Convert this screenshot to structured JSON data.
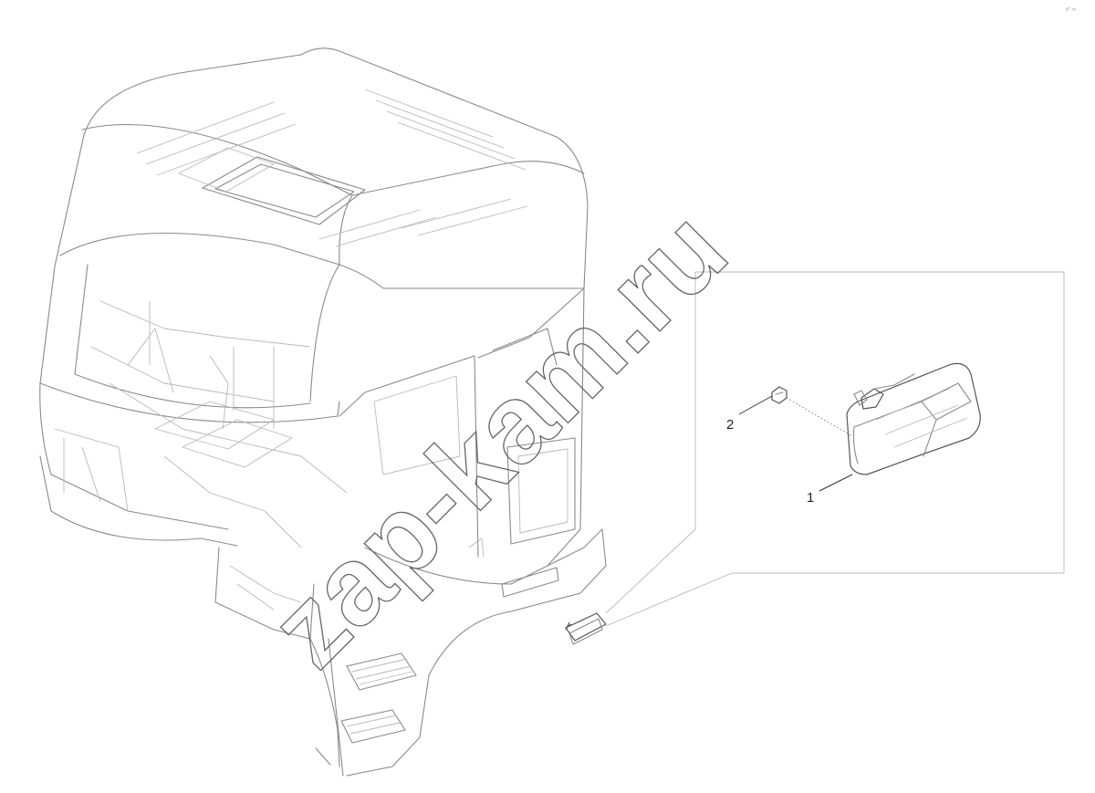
{
  "diagram": {
    "callouts": [
      {
        "id": "1",
        "label": "1"
      },
      {
        "id": "2",
        "label": "2"
      }
    ],
    "watermark": "zap-kam.ru",
    "corner_mark": "x° ∞"
  }
}
